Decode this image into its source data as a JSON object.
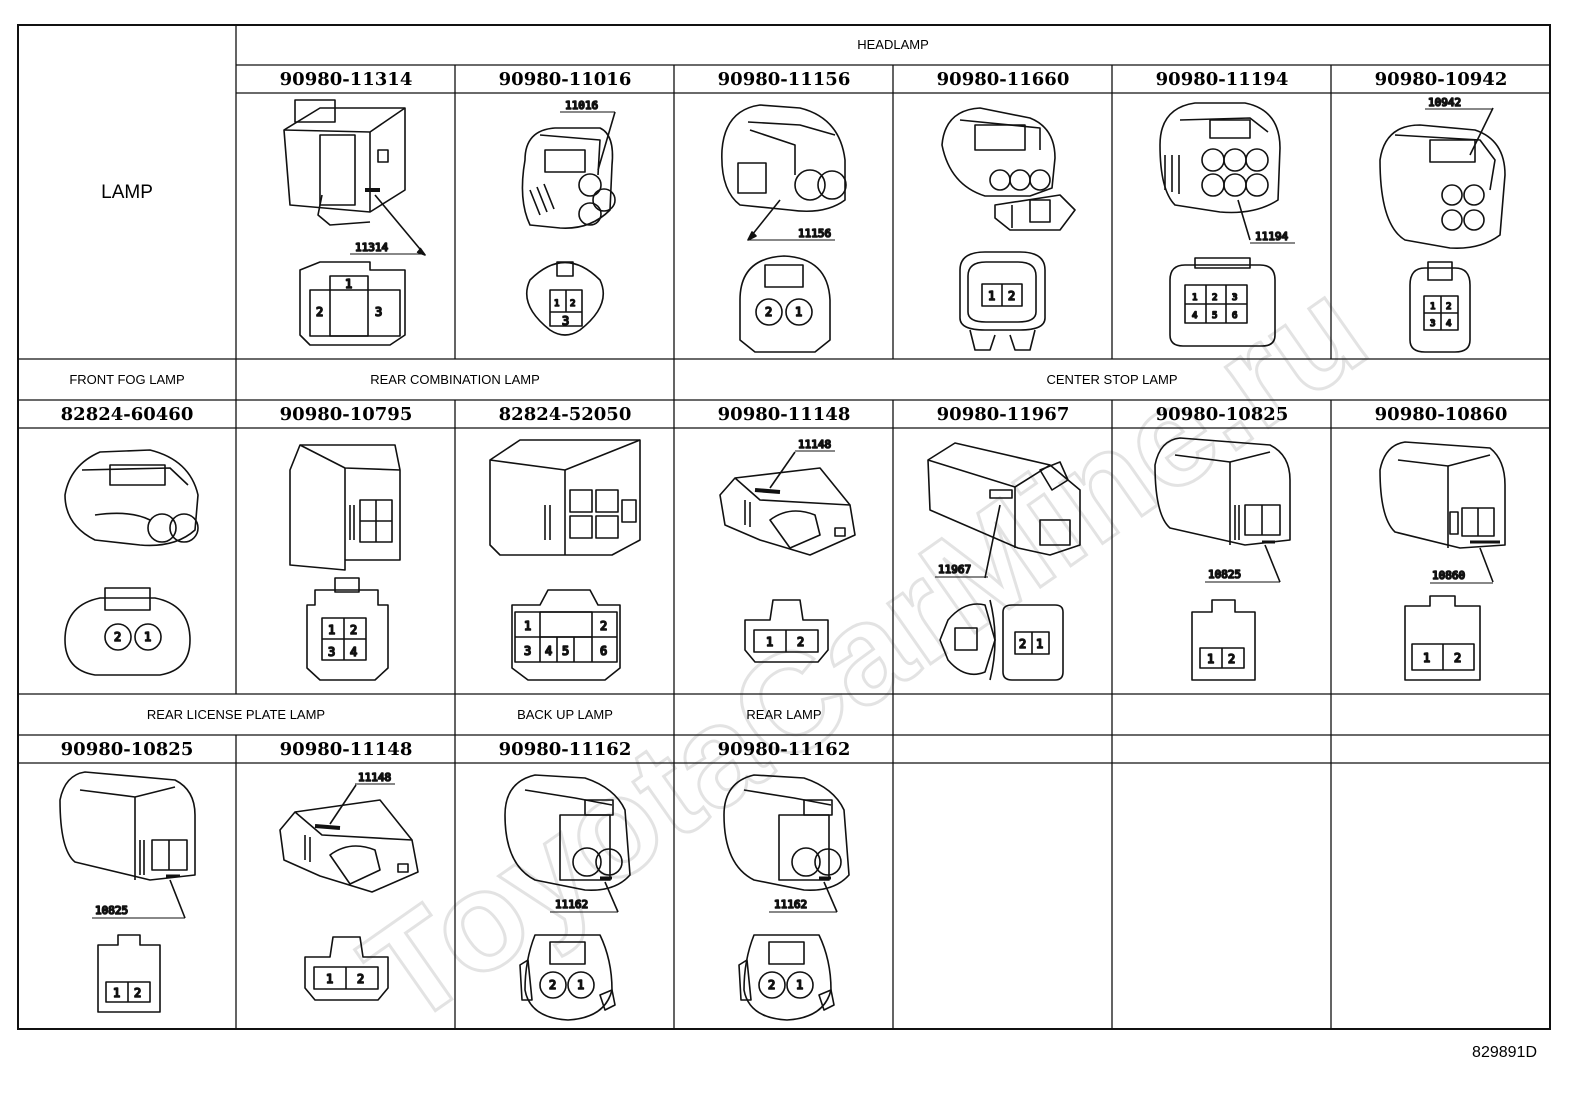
{
  "title": "LAMP",
  "watermark": "ToyotaCarMine.ru",
  "doc_number": "829891D",
  "sections": {
    "headlamp": "HEADLAMP",
    "front_fog": "FRONT FOG LAMP",
    "rear_combination": "REAR COMBINATION LAMP",
    "center_stop": "CENTER STOP LAMP",
    "rear_license": "REAR LICENSE PLATE LAMP",
    "back_up": "BACK UP LAMP",
    "rear_lamp": "REAR LAMP"
  },
  "parts": {
    "p11314": "90980-11314",
    "p11016": "90980-11016",
    "p11156": "90980-11156",
    "p11660": "90980-11660",
    "p11194": "90980-11194",
    "p10942": "90980-10942",
    "p60460": "82824-60460",
    "p10795": "90980-10795",
    "p52050": "82824-52050",
    "p11148": "90980-11148",
    "p11967": "90980-11967",
    "p10825": "90980-10825",
    "p10860": "90980-10860",
    "p10825b": "90980-10825",
    "p11148b": "90980-11148",
    "p11162": "90980-11162",
    "p11162b": "90980-11162"
  },
  "callouts": {
    "c11314": "11314",
    "c11016": "11016",
    "c11156": "11156",
    "c11194": "11194",
    "c10942": "10942",
    "c11148": "11148",
    "c11967": "11967",
    "c10825": "10825",
    "c10860": "10860",
    "c10825b": "10825",
    "c11148b": "11148",
    "c11162": "11162",
    "c11162b": "11162"
  },
  "pins": {
    "n1": "1",
    "n2": "2",
    "n3": "3",
    "n4": "4",
    "n5": "5",
    "n6": "6"
  }
}
